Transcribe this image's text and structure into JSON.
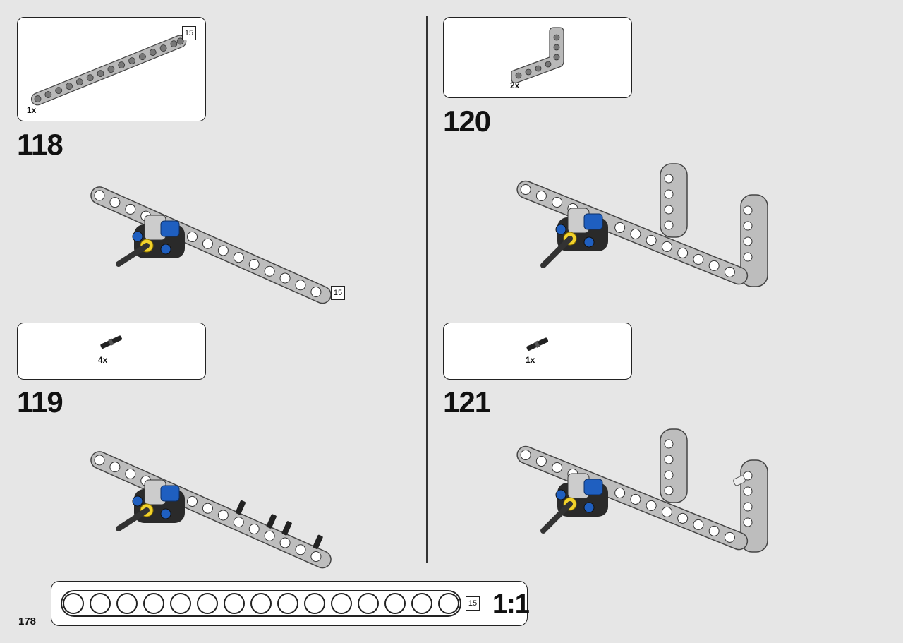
{
  "page": {
    "number": "178"
  },
  "steps": [
    {
      "number": "118",
      "parts_qty": "1x",
      "beam_len": "15",
      "assembly_len": "15"
    },
    {
      "number": "119",
      "parts_qty": "4x"
    },
    {
      "number": "120",
      "parts_qty": "2x"
    },
    {
      "number": "121",
      "parts_qty": "1x"
    }
  ],
  "ruler": {
    "beam_len": "15",
    "scale": "1:1",
    "holes": 15
  },
  "colors": {
    "beam": "#b9b9b9",
    "beam_edge": "#555555",
    "blue": "#1f5fc0",
    "yellow": "#f2d22b",
    "black": "#222222"
  }
}
